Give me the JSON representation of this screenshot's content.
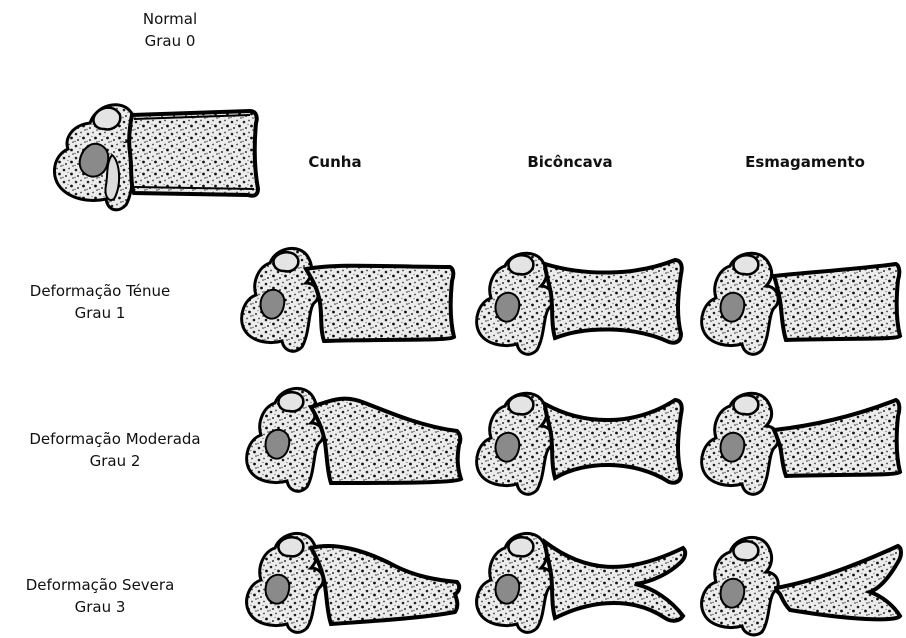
{
  "normal": {
    "title": "Normal",
    "grade": "Grau 0"
  },
  "columns": [
    "Cunha",
    "Bicôncava",
    "Esmagamento"
  ],
  "rows": [
    {
      "title": "Deformação Ténue",
      "grade": "Grau 1"
    },
    {
      "title": "Deformação Moderada",
      "grade": "Grau 2"
    },
    {
      "title": "Deformação Severa",
      "grade": "Grau 3"
    }
  ]
}
